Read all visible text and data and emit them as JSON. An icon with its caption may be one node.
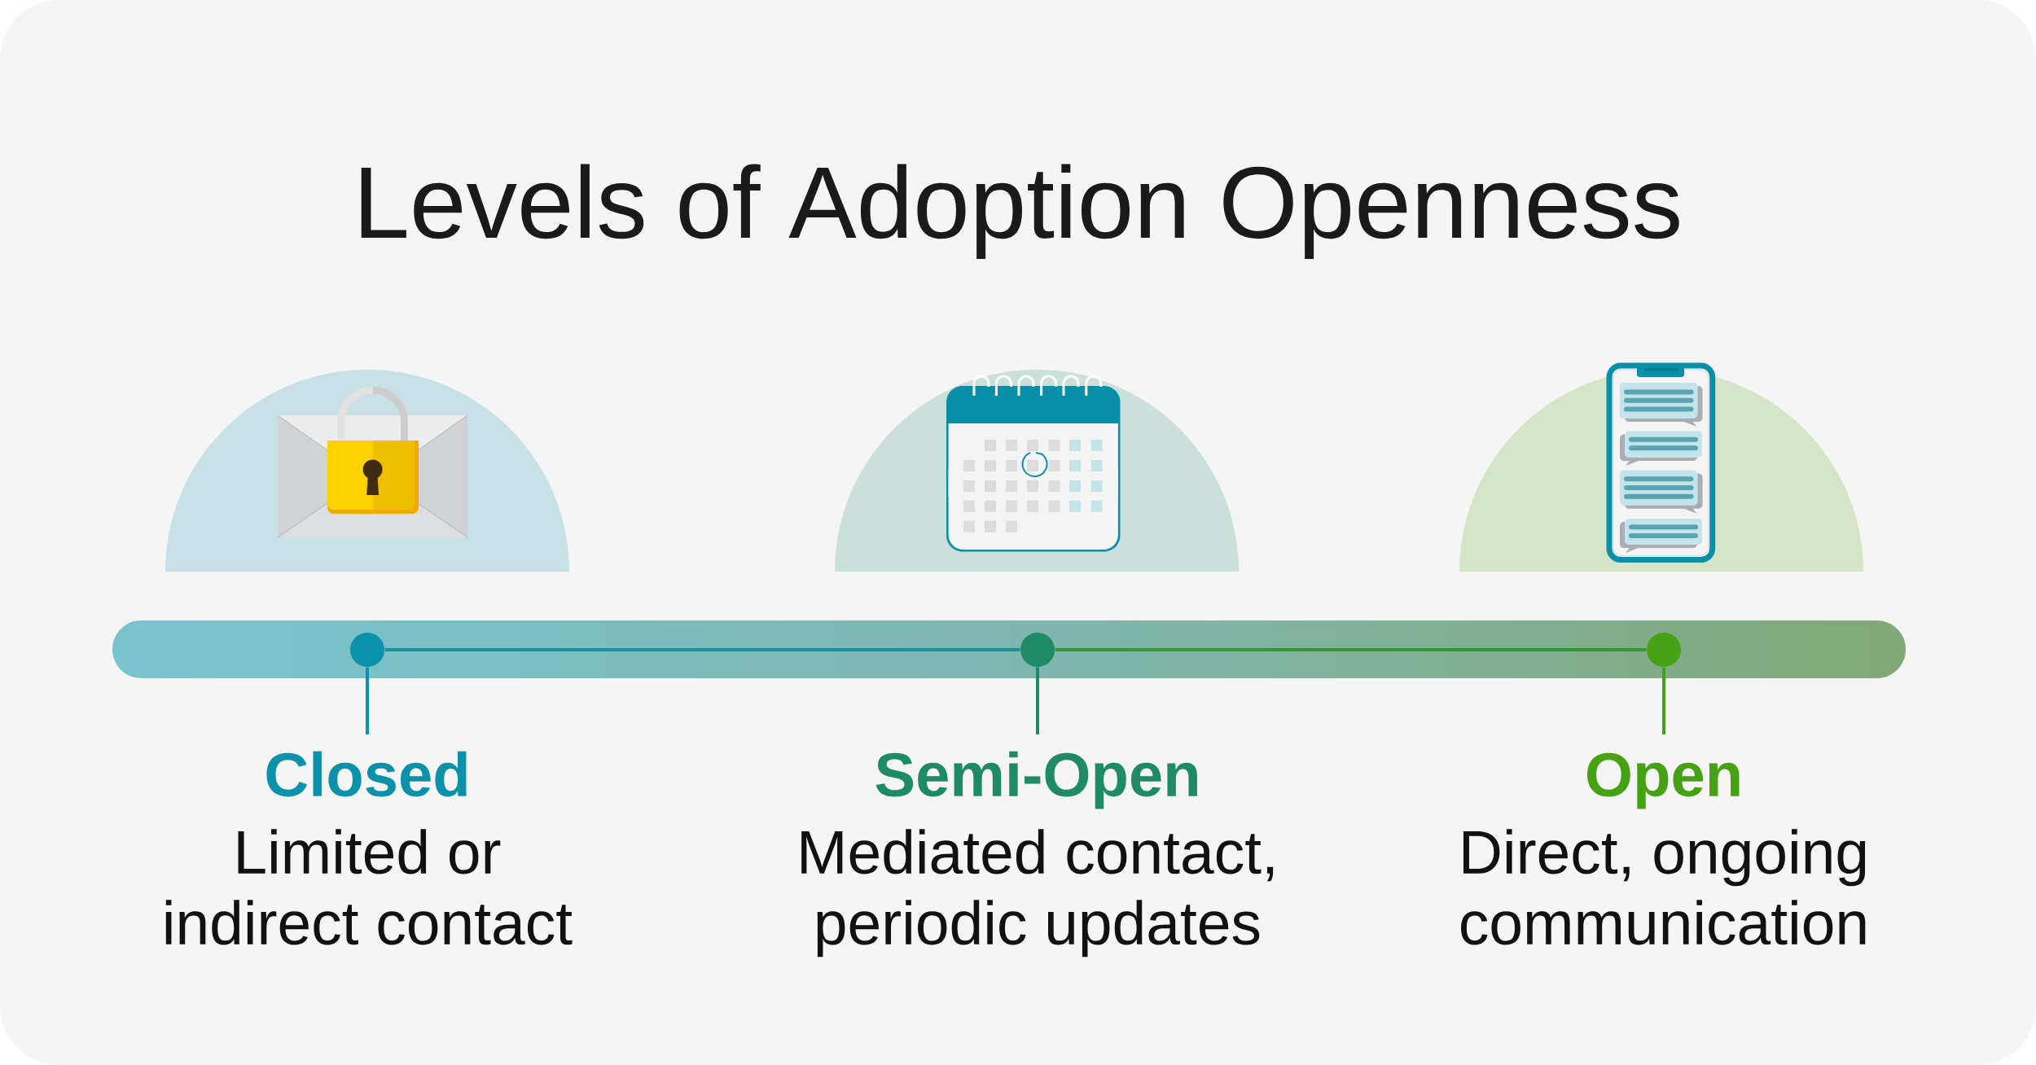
{
  "diagram": {
    "title": "Levels of Adoption Openness",
    "nodes": [
      {
        "text": [],
        "shape": "circle"
      },
      {
        "text": [],
        "shape": "circle"
      },
      {
        "text": [],
        "shape": "circle"
      },
      {
        "text": [
          "Closed",
          "Limited or indirect contact"
        ]
      },
      {
        "text": [
          "Semi-Open",
          "Mediated contact, periodic updates"
        ]
      },
      {
        "text": [
          "Open",
          "Direct, ongoing communication"
        ]
      }
    ],
    "edges": [
      {
        "from": 0,
        "to": 1,
        "arrow": "none",
        "color": "#1591a0"
      },
      {
        "from": 1,
        "to": 2,
        "arrow": "none",
        "color": "#33982f"
      },
      {
        "from": 0,
        "to": 3,
        "arrow": "none",
        "color": "#0a91ab"
      },
      {
        "from": 1,
        "to": 4,
        "arrow": "none",
        "color": "#1f8a66"
      },
      {
        "from": 2,
        "to": 5,
        "arrow": "none",
        "color": "#47a116"
      }
    ]
  }
}
